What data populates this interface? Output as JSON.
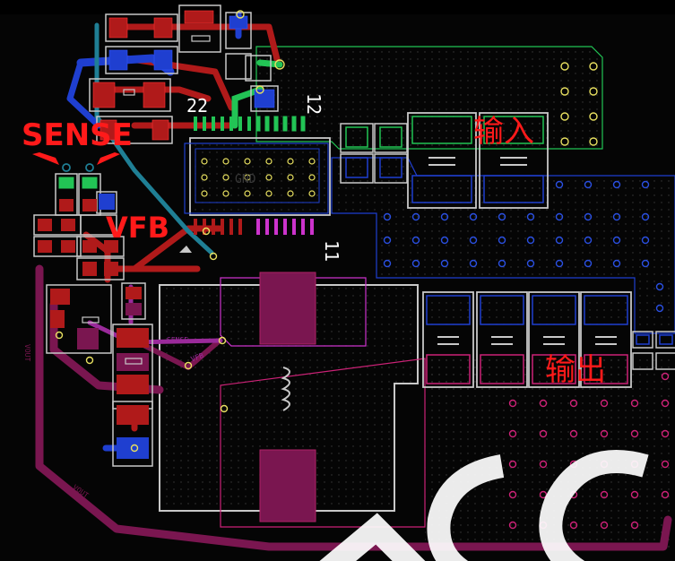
{
  "labels": {
    "sense": "SENSE",
    "vfb": "VFB",
    "input": "输入",
    "output": "输出",
    "pin_22": "22",
    "pin_12": "12",
    "pin_11": "11",
    "gnd": "GND"
  },
  "silkscreen": {
    "vout_left": "VOUT",
    "vout_bottom": "VOUT",
    "net_a": "SENSE",
    "net_b": "VFB"
  },
  "colors": {
    "background": "#050505",
    "top_copper": "#b01a1a",
    "bottom_copper": "#1f3fd0",
    "inner_trace": "#7a1650",
    "green_layer": "#22c455",
    "magenta_layer": "#cc33cc",
    "cyan_trace": "#1f7f95",
    "outline": "#c8c8c8",
    "annotation": "#ff1a1a"
  }
}
